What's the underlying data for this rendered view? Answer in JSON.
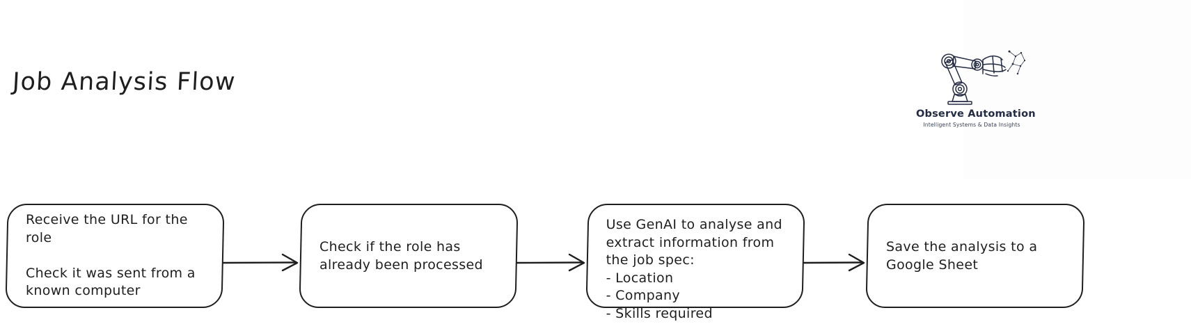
{
  "diagram": {
    "title": "Job Analysis Flow",
    "background_color": "#ffffff",
    "stroke_color": "#1e1e1e",
    "nodes": [
      {
        "id": "node-1",
        "text": "Receive the URL for the role\n\nCheck it was sent from a\nknown computer"
      },
      {
        "id": "node-2",
        "text": "Check if the role has\nalready been processed"
      },
      {
        "id": "node-3",
        "text": "Use GenAI to analyse and\nextract information from\nthe job spec:\n- Location\n- Company\n- Skills required"
      },
      {
        "id": "node-4",
        "text": "Save the analysis to a\nGoogle Sheet"
      }
    ],
    "connectors": [
      {
        "id": "arrow-1",
        "from": "node-1",
        "to": "node-2",
        "style": "arrow-right"
      },
      {
        "id": "arrow-2",
        "from": "node-2",
        "to": "node-3",
        "style": "arrow-right"
      },
      {
        "id": "arrow-3",
        "from": "node-3",
        "to": "node-4",
        "style": "arrow-right"
      }
    ]
  },
  "logo": {
    "icon_name": "robotic-arm-icon",
    "name": "Observe Automation",
    "tagline": "Intelligent Systems & Data Insights",
    "color": "#232b42"
  }
}
